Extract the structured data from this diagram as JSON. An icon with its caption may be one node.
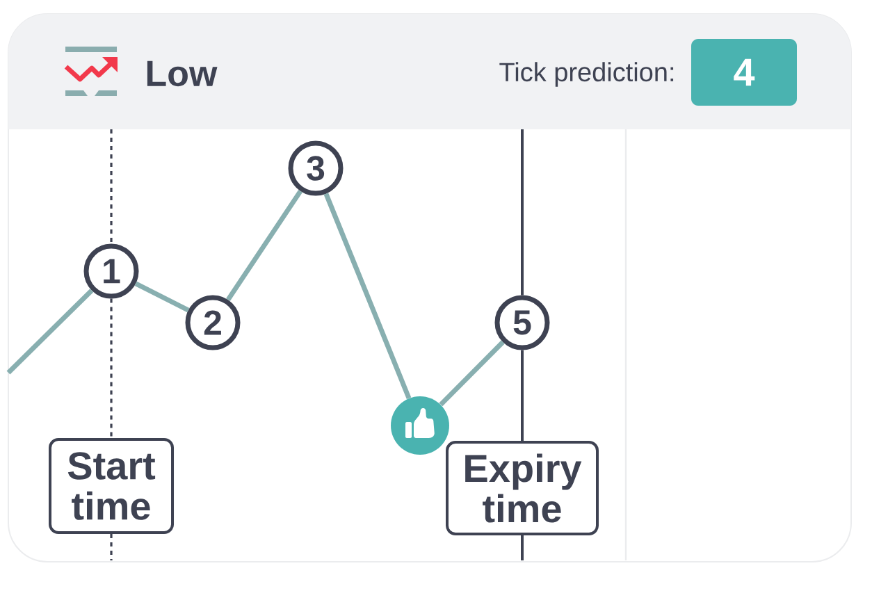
{
  "diagram": {
    "nodes": [
      {
        "text": [
          "Low",
          "Tick prediction:"
        ]
      },
      {
        "text": [
          "4"
        ],
        "in": 0
      },
      {
        "text": [
          "1"
        ]
      },
      {
        "text": [
          "2"
        ]
      },
      {
        "text": [
          "3"
        ]
      },
      {
        "text": [],
        "shape": "circle"
      },
      {
        "text": [
          "5"
        ]
      },
      {
        "text": [
          "Start time"
        ]
      },
      {
        "text": [
          "Expiry time"
        ]
      }
    ],
    "edges": [
      {
        "from": null,
        "to": 2,
        "arrow": "none",
        "color": "#88afb0"
      },
      {
        "from": 2,
        "to": 3,
        "arrow": "none",
        "color": "#88afb0"
      },
      {
        "from": 3,
        "to": 4,
        "arrow": "none",
        "color": "#88afb0"
      },
      {
        "from": 4,
        "to": 5,
        "arrow": "none",
        "color": "#88afb0"
      },
      {
        "from": 5,
        "to": 6,
        "arrow": "none",
        "color": "#88afb0"
      },
      {
        "from": 0,
        "to": 2,
        "arrow": "none",
        "style": "dashed"
      },
      {
        "from": 2,
        "to": 7,
        "arrow": "none",
        "style": "dashed"
      },
      {
        "from": 7,
        "to": null,
        "arrow": "none",
        "style": "dashed"
      },
      {
        "from": 0,
        "to": 6,
        "arrow": "none"
      },
      {
        "from": 6,
        "to": 8,
        "arrow": "none"
      },
      {
        "from": 8,
        "to": null,
        "arrow": "none"
      }
    ]
  }
}
